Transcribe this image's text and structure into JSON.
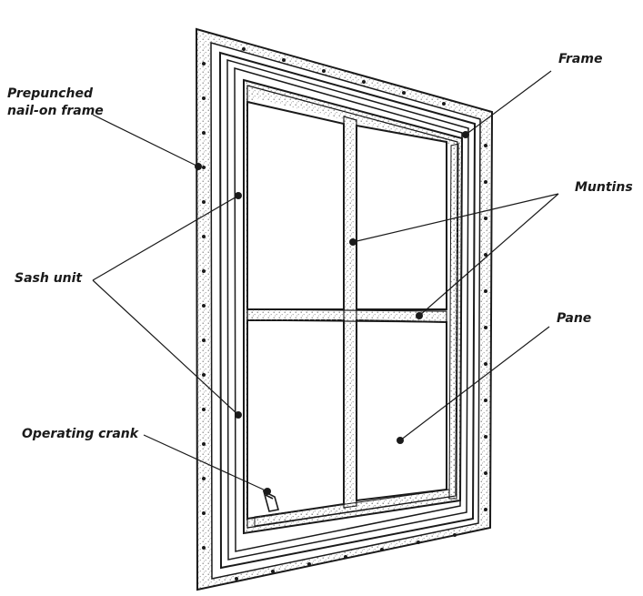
{
  "labels": {
    "frame": "Frame",
    "prepunched_line1": "Prepunched",
    "prepunched_line2": "nail-on frame",
    "muntins": "Muntins",
    "sash_unit": "Sash unit",
    "pane": "Pane",
    "operating_crank": "Operating crank"
  },
  "colors": {
    "ink": "#1a1a1a",
    "stipple": "#8a8a8a",
    "background": "#ffffff"
  }
}
